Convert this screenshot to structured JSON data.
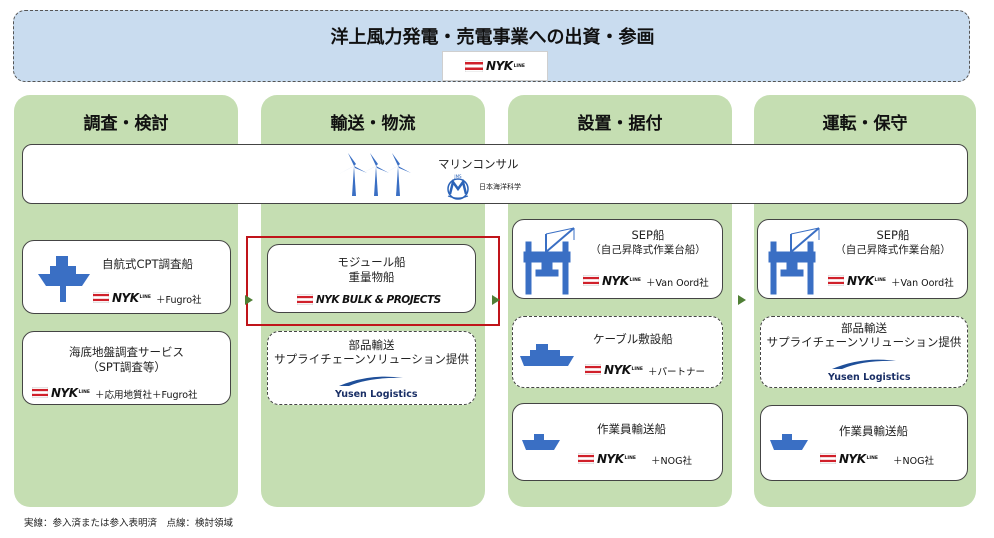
{
  "header": {
    "title": "洋上風力発電・売電事業への出資・参画"
  },
  "logos": {
    "nyk_word": "NYK",
    "nyk_line": "LINE",
    "nyk_bulk": "NYK BULK & PROJECTS",
    "yusen_logistics": "Yusen Logistics"
  },
  "columns": [
    {
      "label": "調査・検討"
    },
    {
      "label": "輸送・物流"
    },
    {
      "label": "設置・据付"
    },
    {
      "label": "運転・保守"
    }
  ],
  "marine": {
    "label": "マリンコンサル",
    "jms_mark": "JMS",
    "jms_label": "日本海洋科学"
  },
  "cards": {
    "cpt": {
      "title": "自航式CPT調査船",
      "partner": "＋Fugro社"
    },
    "spt": {
      "line1": "海底地盤調査サービス",
      "line2": "（SPT調査等）",
      "partner": "＋応用地質社＋Fugro社"
    },
    "module": {
      "line1": "モジュール船",
      "line2": "重量物船"
    },
    "parts1": {
      "line1": "部品輸送",
      "line2": "サプライチェーンソリューション提供"
    },
    "sep1": {
      "line1": "SEP船",
      "line2": "（自己昇降式作業台船）",
      "partner": "＋Van Oord社"
    },
    "cable": {
      "title": "ケーブル敷設船",
      "partner": "＋パートナー"
    },
    "crew1": {
      "title": "作業員輸送船",
      "partner": "＋NOG社"
    },
    "sep2": {
      "line1": "SEP船",
      "line2": "（自己昇降式作業台船）",
      "partner": "＋Van Oord社"
    },
    "parts2": {
      "line1": "部品輸送",
      "line2": "サプライチェーンソリューション提供"
    },
    "crew2": {
      "title": "作業員輸送船",
      "partner": "＋NOG社"
    }
  },
  "footer": {
    "legend": "実線：参入済または参入表明済　点線：検討領域"
  },
  "colors": {
    "column_green": "#c5deb2",
    "header_blue": "#c9dcef",
    "vessel_blue": "#3a6fc4",
    "highlight_red": "#c0141a",
    "arrow_green": "#4f7f35"
  }
}
